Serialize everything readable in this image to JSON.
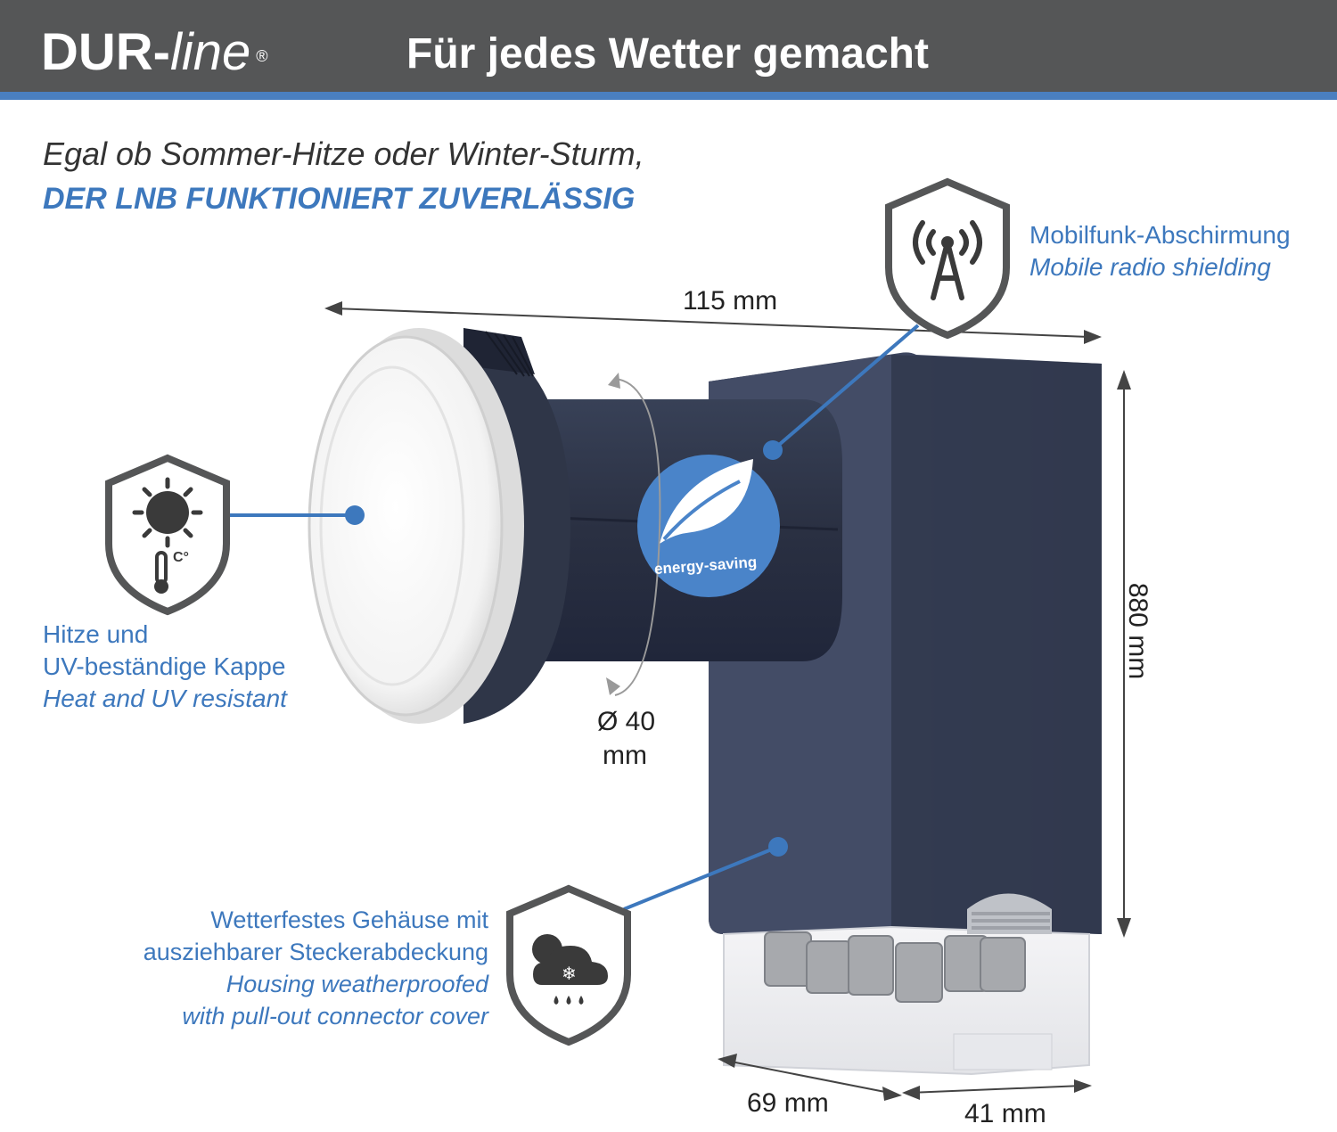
{
  "header": {
    "brand_main": "DUR-",
    "brand_italic": "line",
    "brand_mark": "®",
    "headline": "Für jedes Wetter gemacht"
  },
  "intro": {
    "line1": "Egal ob Sommer-Hitze oder Winter-Sturm,",
    "line2": "DER LNB FUNKTIONIERT ZUVERLÄSSIG"
  },
  "features": {
    "mobile": {
      "de": "Mobilfunk-Abschirmung",
      "en": "Mobile radio shielding",
      "icon": "antenna-tower-shield-icon"
    },
    "heat": {
      "de1": "Hitze und",
      "de2": "UV-beständige Kappe",
      "en": "Heat and UV resistant",
      "icon": "sun-thermometer-shield-icon"
    },
    "housing": {
      "de1": "Wetterfestes Gehäuse mit",
      "de2": "ausziehbarer Steckerabdeckung",
      "en1": "Housing weatherproofed",
      "en2": "with pull-out connector cover",
      "icon": "weather-cloud-shield-icon"
    }
  },
  "product": {
    "badge_text": "energy-saving",
    "badge_icon": "leaf-icon"
  },
  "dimensions": {
    "length": "115 mm",
    "diameter_line1": "Ø 40",
    "diameter_line2": "mm",
    "height": "880 mm",
    "depth": "69 mm",
    "width": "41 mm"
  },
  "colors": {
    "header_bg": "#555657",
    "accent": "#3d78bd",
    "body_navy": "#3a4358",
    "cap_white": "#f2f2f2"
  }
}
